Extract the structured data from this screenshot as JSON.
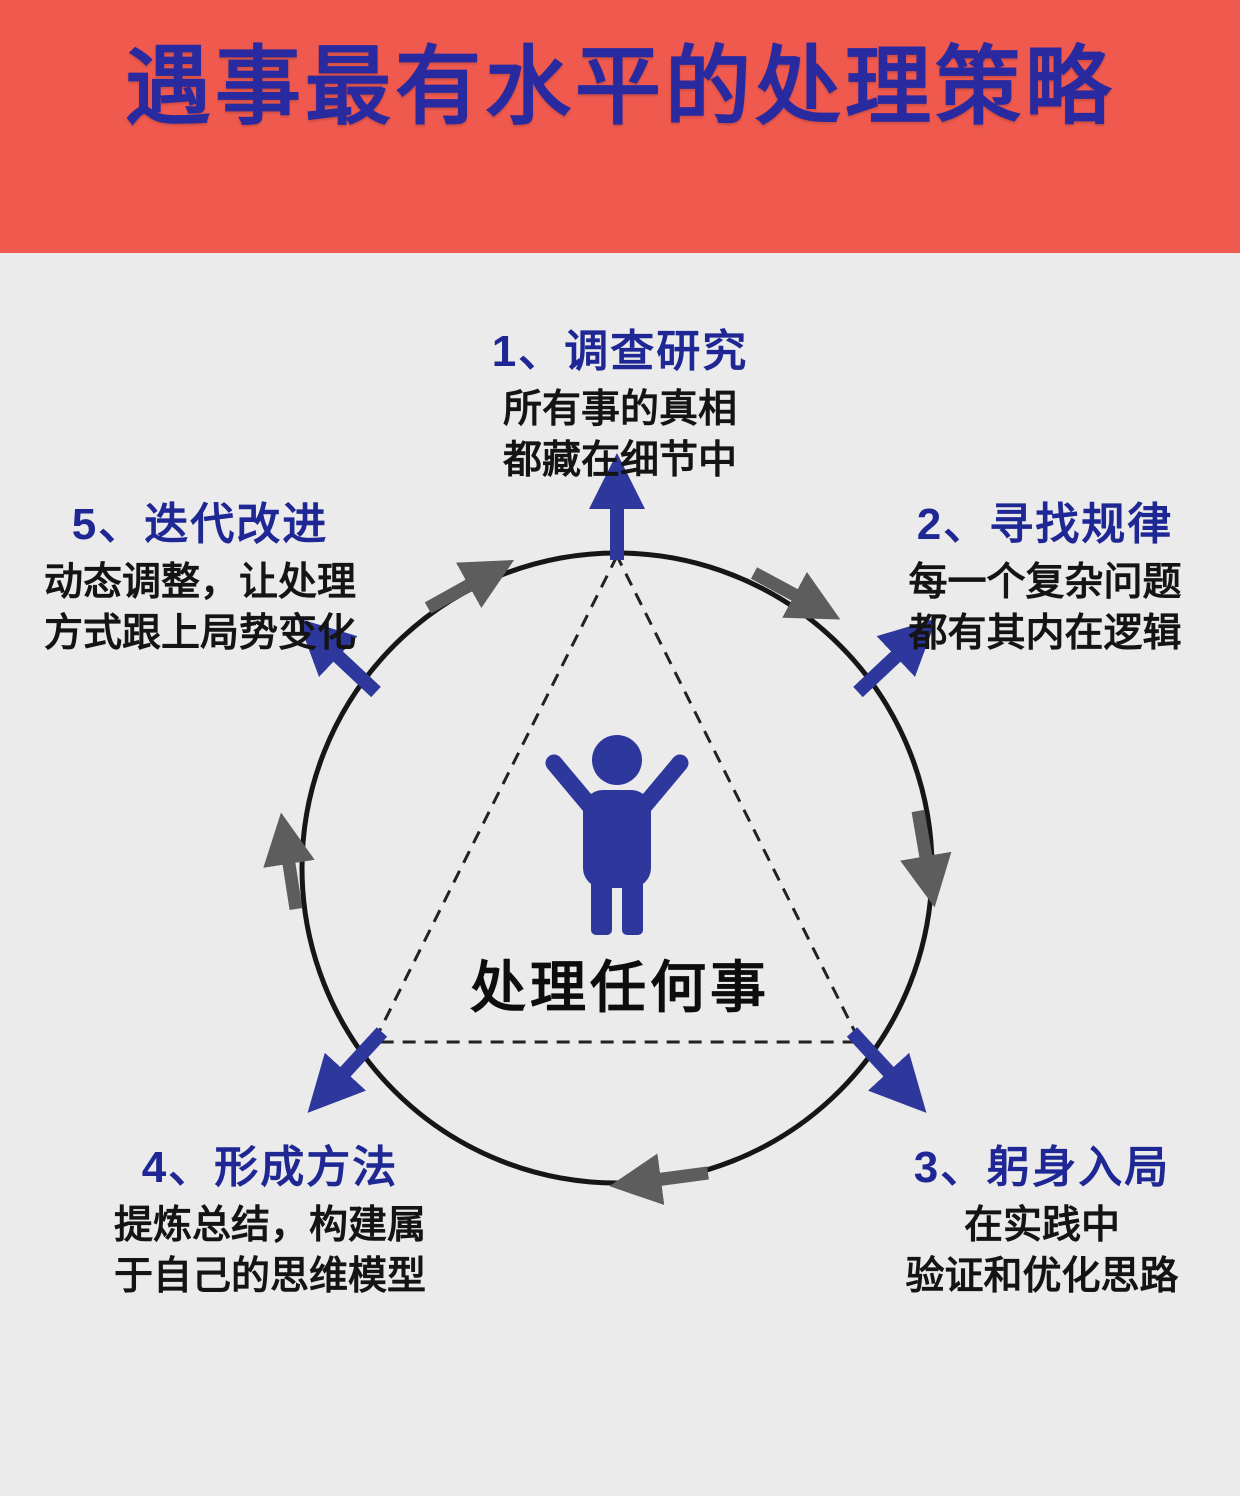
{
  "header": {
    "title": "遇事最有水平的处理策略"
  },
  "center": {
    "label": "处理任何事"
  },
  "items": [
    {
      "title": "1、调查研究",
      "line1": "所有事的真相",
      "line2": "都藏在细节中"
    },
    {
      "title": "2、寻找规律",
      "line1": "每一个复杂问题",
      "line2": "都有其内在逻辑"
    },
    {
      "title": "3、躬身入局",
      "line1": "在实践中",
      "line2": "验证和优化思路"
    },
    {
      "title": "4、形成方法",
      "line1": "提炼总结，构建属",
      "line2": "于自己的思维模型"
    },
    {
      "title": "5、迭代改进",
      "line1": "动态调整，让处理",
      "line2": "方式跟上局势变化"
    }
  ],
  "colors": {
    "banner_bg": "#f05a4e",
    "title_blue": "#2a2aa0",
    "item_title_blue": "#1f2795",
    "arrow_blue": "#2e379b",
    "arrow_gray": "#5d5d5d",
    "circle_stroke": "#161616",
    "page_bg": "#ebebeb"
  }
}
